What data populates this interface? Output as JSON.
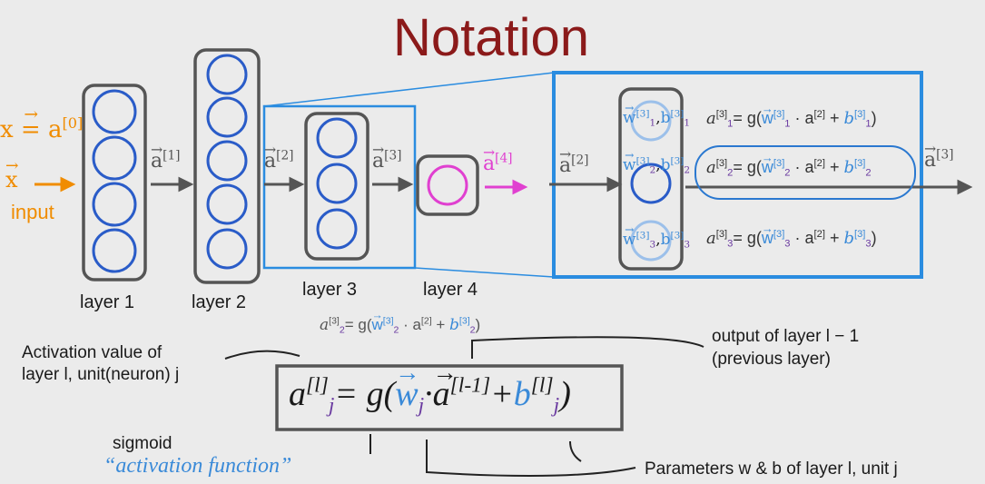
{
  "title": "Notation",
  "input": {
    "x_eq": "x = a",
    "x_eq_sup": "[0]",
    "x_label": "x",
    "input_label": "input"
  },
  "layers": {
    "layer1": "layer 1",
    "layer2": "layer 2",
    "layer3": "layer 3",
    "layer4": "layer 4"
  },
  "activations": {
    "a1": "a",
    "a1_sup": "[1]",
    "a2": "a",
    "a2_sup": "[2]",
    "a3": "a",
    "a3_sup": "[3]",
    "a4": "a",
    "a4_sup": "[4]",
    "zoom_in": "a",
    "zoom_in_sup": "[2]",
    "zoom_out": "a",
    "zoom_out_sup": "[3]"
  },
  "units": [
    {
      "w": "w",
      "w_sup": "[3]",
      "w_sub": "1",
      "b": "b",
      "b_sup": "[3]",
      "b_sub": "1",
      "lhs_sub": "1"
    },
    {
      "w": "w",
      "w_sup": "[3]",
      "w_sub": "2",
      "b": "b",
      "b_sup": "[3]",
      "b_sub": "2",
      "lhs_sub": "2"
    },
    {
      "w": "w",
      "w_sup": "[3]",
      "w_sub": "3",
      "b": "b",
      "b_sup": "[3]",
      "b_sub": "3",
      "lhs_sub": "3"
    }
  ],
  "eq_parts": {
    "a": "a",
    "layer_sup": "[3]",
    "eq_g": "= g(",
    "dot_a": " · a",
    "prev_sup": "[2]",
    "plus": " + ",
    "close": ")"
  },
  "general_eq": {
    "a": "a",
    "sup": "[l]",
    "sub": "j",
    "eq_g": "= g(",
    "w": "w",
    "dot": "·",
    "a_prev": "a",
    "prev_sup": "[l-1]",
    "plus": "+",
    "b": "b",
    "close": ")"
  },
  "notes": {
    "activation_value": "Activation value of",
    "activation_value2": "layer l, unit(neuron) j",
    "output_prev": "output of layer l − 1",
    "output_prev2": "(previous layer)",
    "sigmoid": "sigmoid",
    "activation_function": "“activation function”",
    "parameters": "Parameters w & b of layer l, unit j"
  },
  "colors": {
    "neuron": "#2a5cc8",
    "layer_box": "#555555",
    "highlight_box": "#2a8ce0",
    "title": "#8b1a1a",
    "input": "#f08c00",
    "layer4_neuron": "#e040d0"
  }
}
